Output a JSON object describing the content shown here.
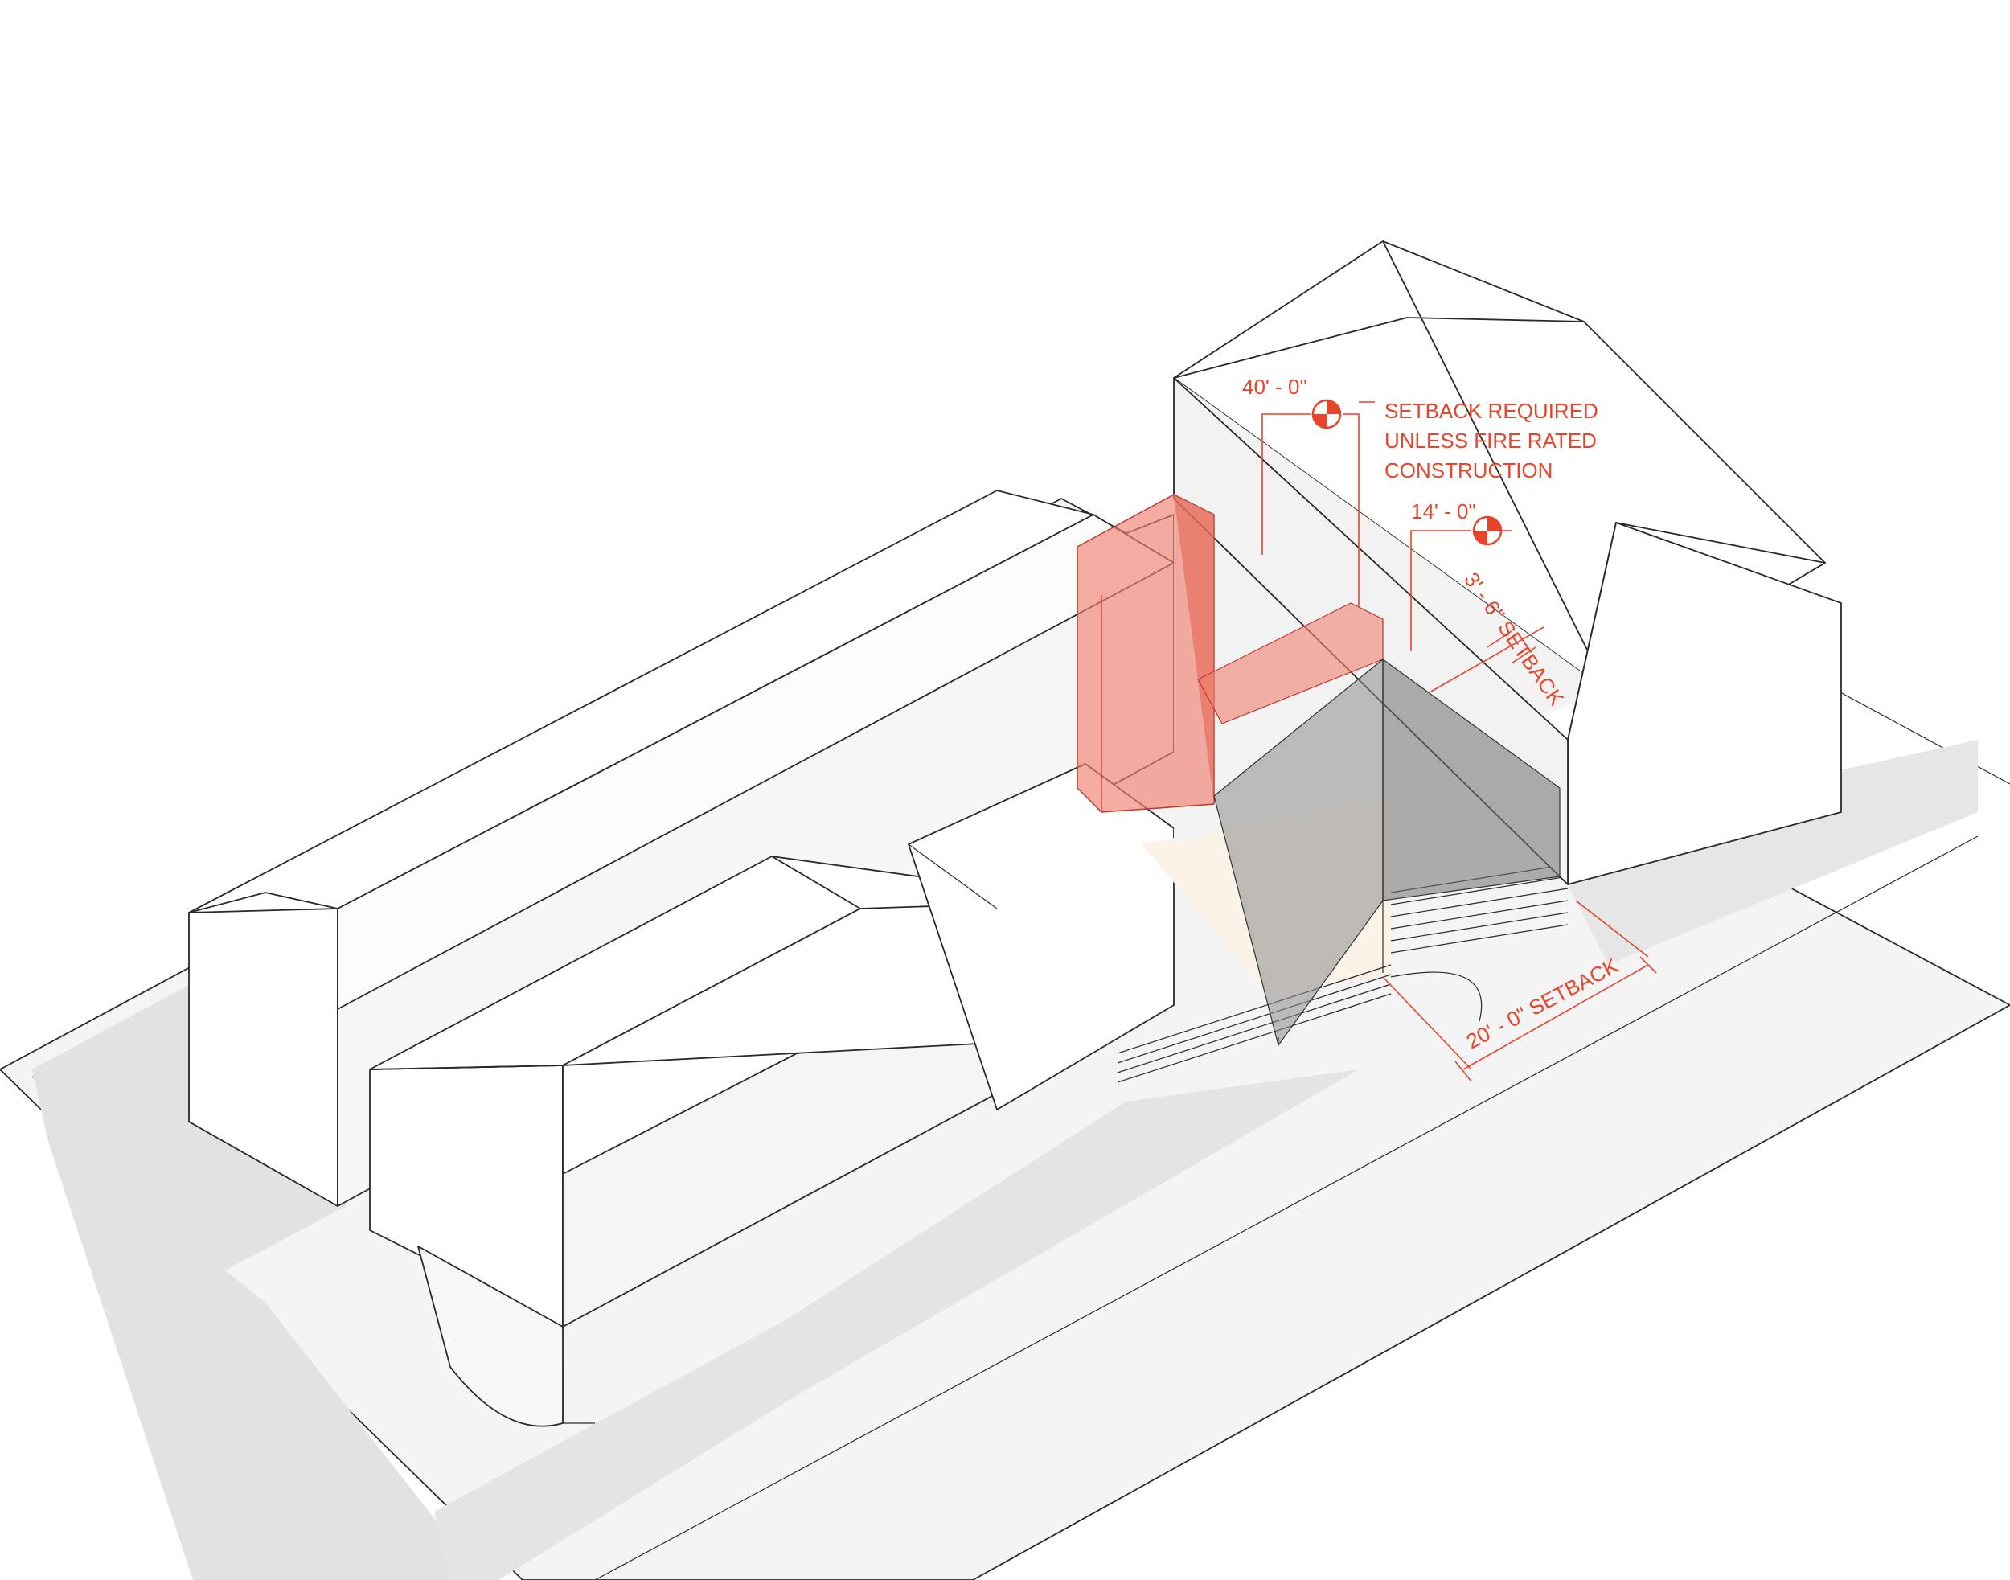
{
  "annotations": {
    "elev_high": "40' - 0\"",
    "elev_low": "14' - 0\"",
    "setback_note_1": "SETBACK REQUIRED",
    "setback_note_2": "UNLESS FIRE RATED",
    "setback_note_3": "CONSTRUCTION",
    "side_setback": "3' - 6\" SETBACK",
    "front_setback": "20' - 0\" SETBACK"
  },
  "colors": {
    "accent": "#e8442a",
    "envelope_fill": "#f08070",
    "glass_fill": "#8a8a8a",
    "ground": "#ededed",
    "shadow": "#dcdcdc",
    "yard": "#fbf3e8"
  }
}
